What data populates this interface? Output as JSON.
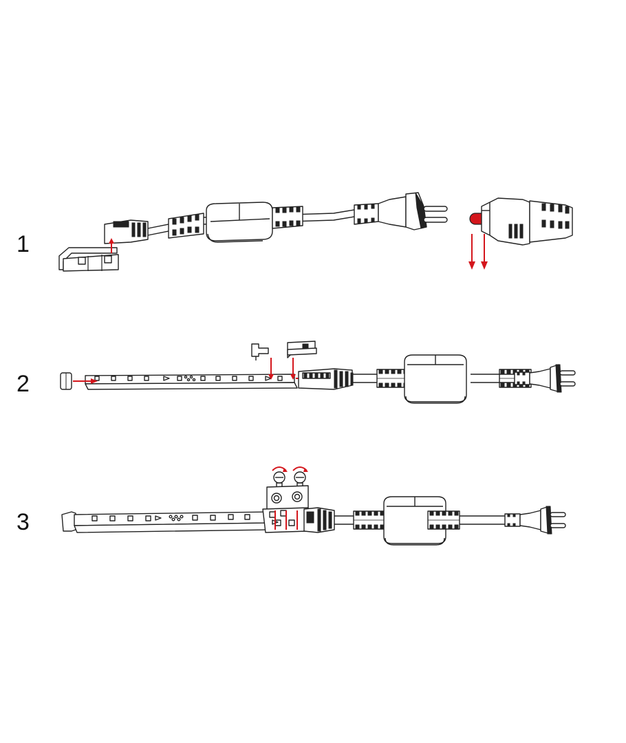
{
  "steps": [
    {
      "number": "1"
    },
    {
      "number": "2"
    },
    {
      "number": "3"
    }
  ],
  "colors": {
    "line": "#222222",
    "arrow": "#d4161c",
    "background": "#ffffff"
  },
  "icons": [
    "led-strip-icon",
    "power-cord-icon",
    "rectifier-box-icon",
    "plug-icon",
    "end-cap-icon",
    "connector-clip-icon",
    "screw-icon"
  ]
}
